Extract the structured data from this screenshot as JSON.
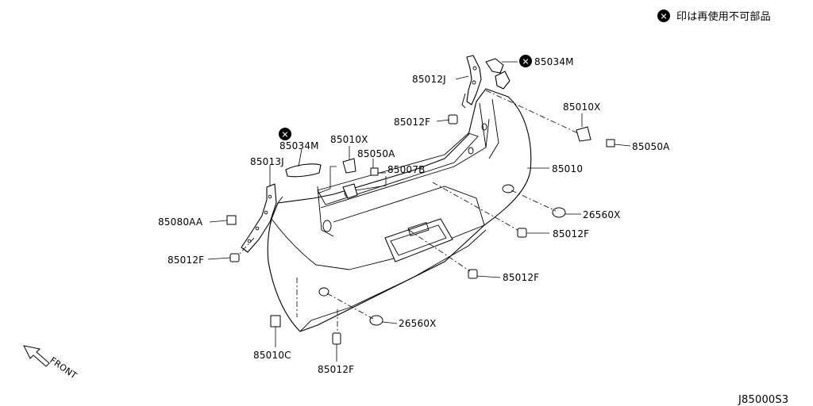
{
  "legend": {
    "symbol": "✕",
    "text": "印は再使用不可部品"
  },
  "drawing_code": "J85000S3",
  "front_label": "FRONT",
  "labels": {
    "p85034m_right": "85034M",
    "p85034m_left": "85034M",
    "p85012j": "85012J",
    "p85013j": "85013J",
    "p85010x_right": "85010X",
    "p85010x_left": "85010X",
    "p85050a_right": "85050A",
    "p85050a_left": "85050A",
    "p85007b": "85007B",
    "p85010": "85010",
    "p26560x_right": "26560X",
    "p26560x_bottom": "26560X",
    "p85012f_top": "85012F",
    "p85012f_mid_right": "85012F",
    "p85012f_lower_right": "85012F",
    "p85012f_left": "85012F",
    "p85012f_bottom": "85012F",
    "p85080aa": "85080AA",
    "p85010c": "85010C"
  }
}
